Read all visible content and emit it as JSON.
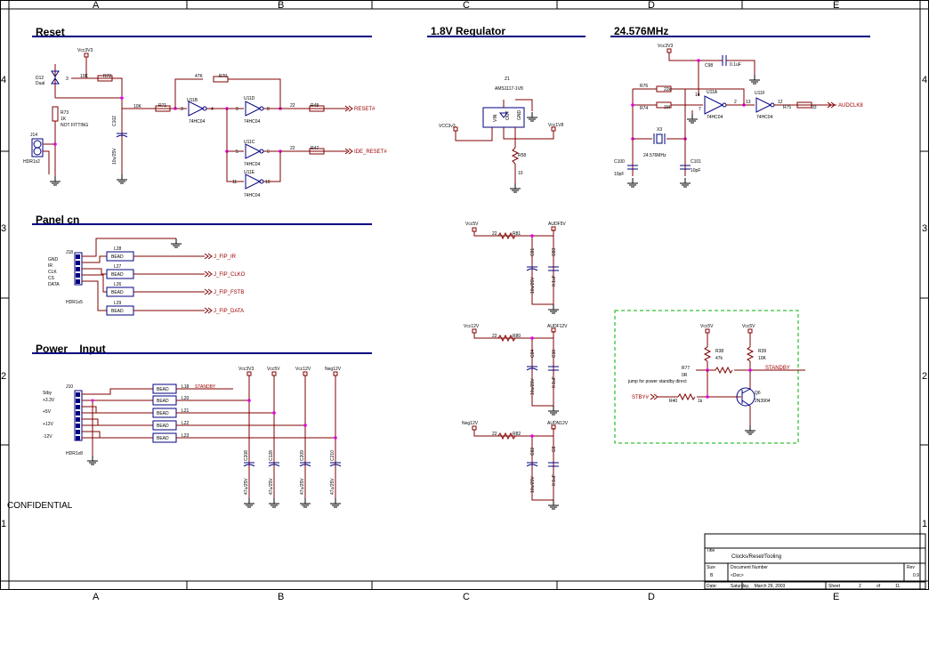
{
  "border": {
    "cols": [
      "A",
      "B",
      "C",
      "D",
      "E"
    ],
    "rows": [
      "4",
      "3",
      "2",
      "1"
    ]
  },
  "sections": {
    "reset": "Reset",
    "regulator": "1.8V Regulator",
    "clock": "24.576MHz",
    "panel": "Panel cn",
    "power": "Power    Input"
  },
  "confidential": "CONFIDENTIAL",
  "reset": {
    "vcc": "Vcc3V3",
    "d12": "D12",
    "d12_val": "Dual",
    "pin3": "3",
    "r72_val": "10K",
    "r72": "R72",
    "r73": "R73",
    "r73_val": "1K",
    "r73_note": "NOT FITTING",
    "j14": "J14",
    "j14_val": "HDR1x2",
    "c102": "C102",
    "c102_val": "10u/25V",
    "r70_val": "47K",
    "r70": "R70",
    "u11b": "U11B",
    "u11b_type": "74HC04",
    "u11d": "U11D",
    "u11d_type": "74HC04",
    "u11c": "U11C",
    "u11c_type": "74HC04",
    "u11e": "U11E",
    "u11e_type": "74HC04",
    "r71_val": "10K",
    "r71": "R71",
    "p3": "3",
    "p4": "4",
    "p9": "9",
    "p8": "8",
    "p5": "5",
    "p6": "6",
    "p11": "11",
    "p10": "10",
    "r48_val": "22",
    "r48": "R48",
    "r47_val": "22",
    "r47": "R47",
    "reset_net": "RESET#",
    "ide_reset": "IDE_RESET#"
  },
  "regulator": {
    "z1": "Z1",
    "part": "AMS1117-1V8",
    "vin": "VIN",
    "out": "OUT",
    "gnd": "GND",
    "vcc_in": "VCC3v3",
    "vcc_out": "Vcc1V8",
    "r58": "R58",
    "r58_val": "10"
  },
  "clock": {
    "vcc": "Vcc3V3",
    "c98": "C98",
    "c98_val": "0.1uF",
    "r76": "R76",
    "r76_val": "22k",
    "r74": "R74",
    "r74_val": "1M",
    "u11a": "U11A",
    "u11a_type": "74HC04",
    "u11f": "U11F",
    "u11f_type": "74HC04",
    "p14": "14",
    "p7": "7",
    "p1": "1",
    "p2": "2",
    "p13": "13",
    "p12": "12",
    "r75": "R75",
    "r75_val": "33",
    "audclk": "AUDCLK8",
    "x3": "X3",
    "x3_val": "24.576MHz",
    "c100": "C100",
    "c100_val": "10pF",
    "c101": "C101",
    "c101_val": "10pF"
  },
  "panel": {
    "j18": "J18",
    "j18_val": "HDR1x5",
    "pins": [
      "GND",
      "IR",
      "CLK",
      "CS",
      "DATA"
    ],
    "beads": [
      {
        "ref": "L28",
        "label": "BEAD",
        "net": "J_FIP_IR"
      },
      {
        "ref": "L27",
        "label": "BEAD",
        "net": "J_FIP_CLKO"
      },
      {
        "ref": "L26",
        "label": "BEAD",
        "net": "J_FIP_FSTB"
      },
      {
        "ref": "L29",
        "label": "BEAD",
        "net": "J_FIP_DATA"
      }
    ]
  },
  "aud": {
    "b1": {
      "vcc": "Vcc5V",
      "out": "AUDF5V",
      "r": "R81",
      "rv": "22",
      "c1": "C81",
      "c1v": "10u/25V",
      "c2": "C83",
      "c2v": "0.1uF"
    },
    "b2": {
      "vcc": "Vcc12V",
      "out": "AUDF12V",
      "r": "R80",
      "rv": "22",
      "c1": "C84",
      "c1v": "10u/25V",
      "c2": "C10",
      "c2v": "0.1uF"
    },
    "b3": {
      "vcc": "Neg12V",
      "out": "AUDN12V",
      "r": "R82",
      "rv": "22",
      "c1": "C82",
      "c1v": "10u/25V",
      "c2": "C8",
      "c2v": "0.1uF"
    }
  },
  "power": {
    "j10": "J10",
    "j10_val": "HDR1x8",
    "pins": [
      "Stby +3.3V",
      "+5V",
      "+12V",
      "-12V"
    ],
    "stby": "Stby",
    "p33": "+3.3V",
    "p5": "+5V",
    "p12": "+12V",
    "pn12": "-12V",
    "beads": [
      {
        "ref": "L18",
        "label": "BEAD",
        "net": "STANDBY"
      },
      {
        "ref": "L20",
        "label": "BEAD"
      },
      {
        "ref": "L21",
        "label": "BEAD"
      },
      {
        "ref": "L22",
        "label": "BEAD"
      },
      {
        "ref": "L23",
        "label": "BEAD"
      }
    ],
    "rails": [
      "Vcc3V3",
      "Vcc5V",
      "Vcc12V",
      "Neg12V"
    ],
    "caps": [
      {
        "ref": "C208",
        "val": "47u/25V"
      },
      {
        "ref": "C128",
        "val": "47u/25V"
      },
      {
        "ref": "C209",
        "val": "47u/25V"
      },
      {
        "ref": "C210",
        "val": "47u/25V"
      }
    ]
  },
  "standby": {
    "vcc_a": "Vcc5V",
    "vcc_b": "Vcc5V",
    "r38": "R38",
    "r38_val": "47k",
    "r39": "R39",
    "r39_val": "10K",
    "r77": "R77",
    "r77_val": "0R",
    "note": "jump for power standby direct",
    "net_out": "STANDBY",
    "net_in": "STBY#",
    "r40": "R40",
    "r40_val": "1k",
    "q6": "Q6",
    "q6_val": "2N3904"
  },
  "titleblock": {
    "title_lbl": "Title",
    "title": "Clocks/Reset/Tooling",
    "size_lbl": "Size",
    "size": "B",
    "doc_lbl": "Document Number",
    "doc": "<Doc>",
    "rev_lbl": "Rev",
    "rev": "0.9",
    "date_lbl": "Date:",
    "date": "Saturday,    March 29, 2003",
    "sheet_lbl": "Sheet",
    "sheet": "2",
    "of_lbl": "of",
    "of": "11"
  }
}
